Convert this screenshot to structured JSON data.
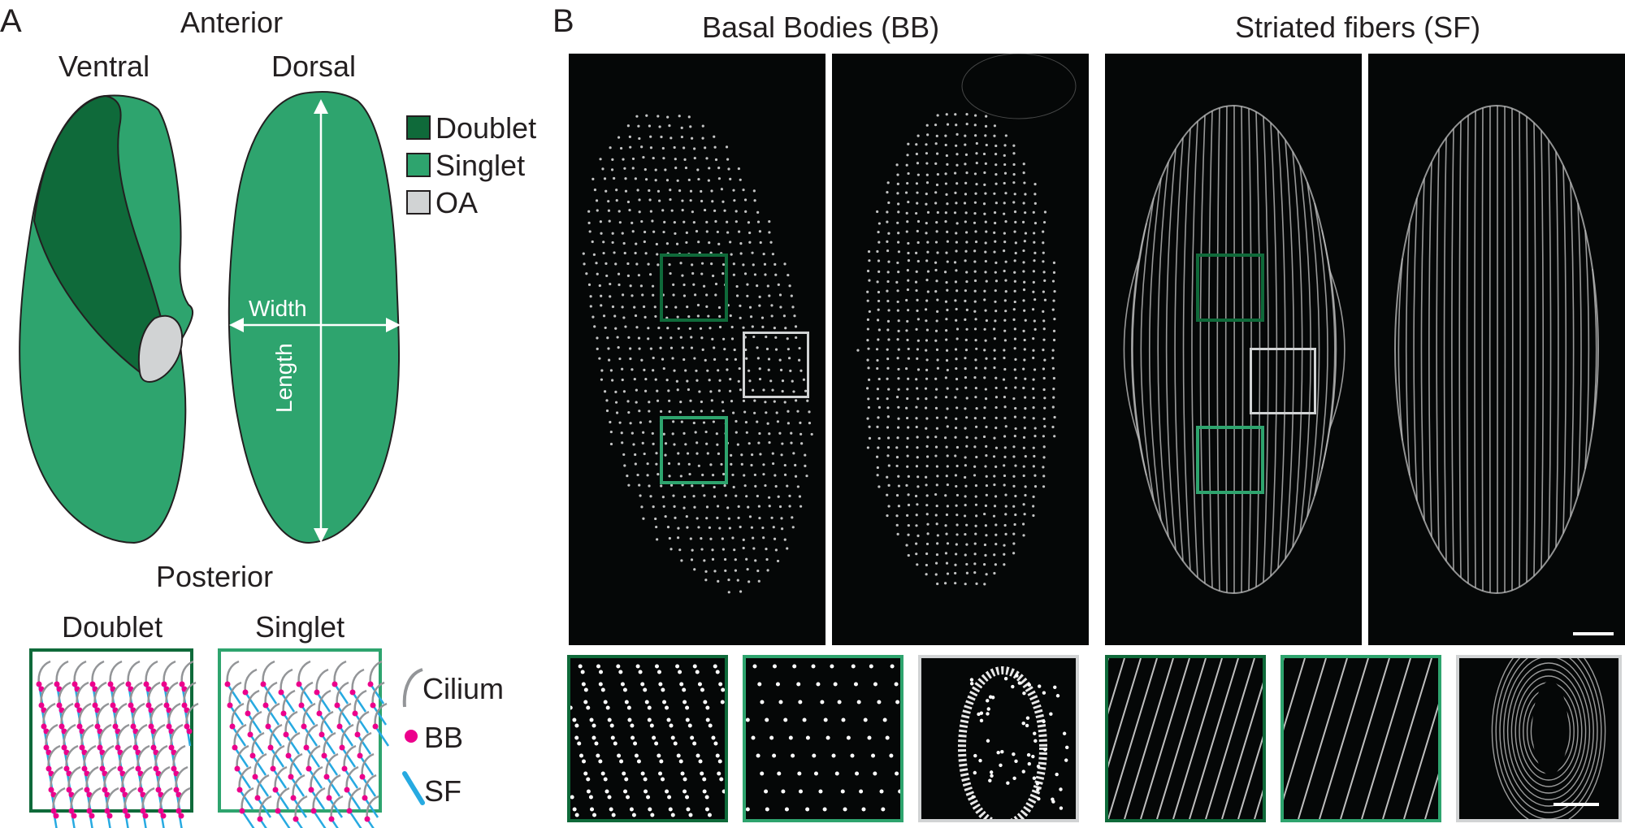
{
  "panel_a": {
    "letter": "A",
    "anterior": "Anterior",
    "posterior": "Posterior",
    "ventral": "Ventral",
    "dorsal": "Dorsal",
    "width_label": "Width",
    "length_label": "Length",
    "legend": [
      {
        "label": "Doublet",
        "color": "#0f6a3a"
      },
      {
        "label": "Singlet",
        "color": "#2ea46e"
      },
      {
        "label": "OA",
        "color": "#d1d3d4"
      }
    ],
    "schematics": {
      "doublet_title": "Doublet",
      "singlet_title": "Singlet",
      "legend": [
        {
          "label": "Cilium",
          "color": "#939598"
        },
        {
          "label": "BB",
          "color": "#ec008c"
        },
        {
          "label": "SF",
          "color": "#27aae1"
        }
      ]
    }
  },
  "panel_b": {
    "letter": "B",
    "bb_title": "Basal Bodies (BB)",
    "sf_title": "Striated fibers (SF)",
    "doublet_box_color": "#0f6a3a",
    "singlet_box_color": "#2ea46e",
    "oa_box_color": "#d1d3d4"
  }
}
